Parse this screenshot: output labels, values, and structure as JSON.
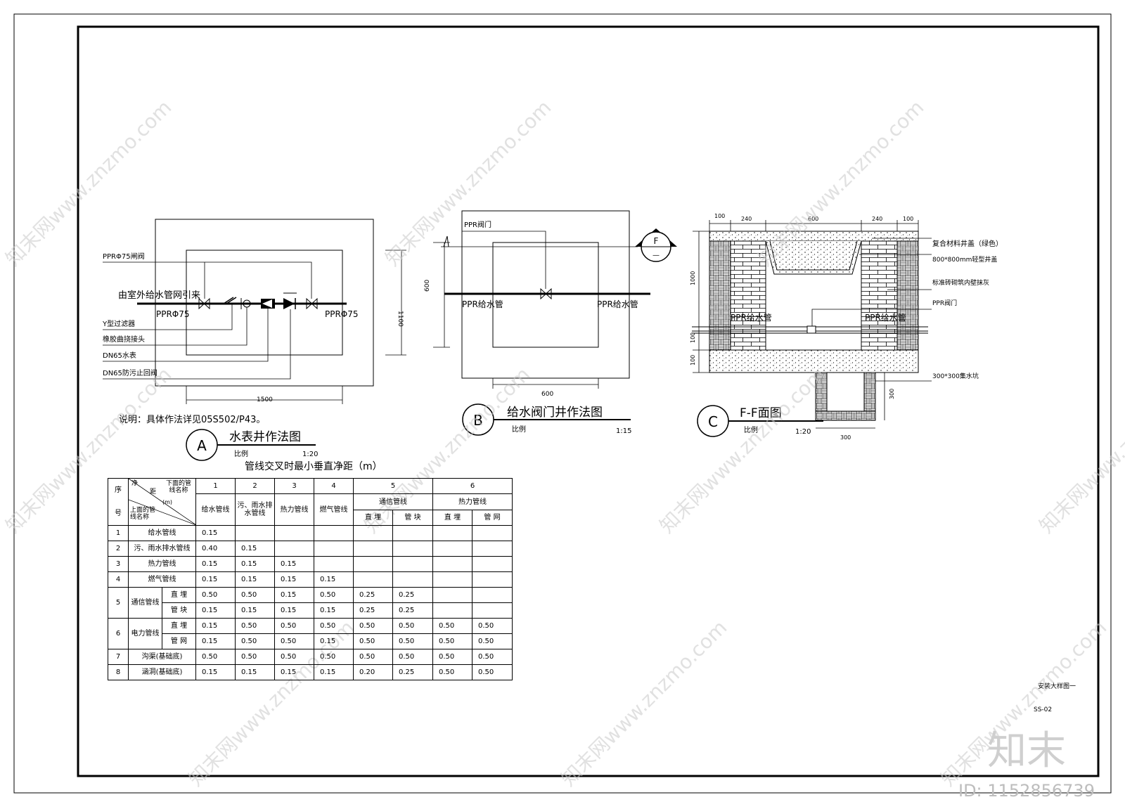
{
  "figA": {
    "labels": {
      "gate": "PPRΦ75闸阀",
      "source": "由室外给水管网引来",
      "pipe_left": "PPRΦ75",
      "pipe_right": "PPRΦ75",
      "filter": "Y型过滤器",
      "rubber": "橡胶曲挠接头",
      "meter": "DN65水表",
      "backflow": "DN65防污止回阀"
    },
    "dims": {
      "width": "1500",
      "height": "1100"
    },
    "note": "说明：具体作法详见05S502/P43。",
    "circle": "A",
    "title": "水表井作法图",
    "scale_label": "比例",
    "scale": "1:20"
  },
  "figB": {
    "labels": {
      "valve": "PPR阀门",
      "pipe_left": "PPR给水管",
      "pipe_right": "PPR给水管"
    },
    "dims": {
      "width": "600",
      "height": "600"
    },
    "section_mark": {
      "top": "F",
      "bottom": "—"
    },
    "circle": "B",
    "title": "给水阀门井作法图",
    "scale_label": "比例",
    "scale": "1:15"
  },
  "figC": {
    "top_dims": [
      "100",
      "240",
      "600",
      "240",
      "100"
    ],
    "left_dims": [
      "1000",
      "100",
      "100"
    ],
    "labels": {
      "cover": "复合材料井盖（绿色）",
      "cover2": "800*800mm轻型井盖",
      "wall": "标准砖砌筑内壁抹灰",
      "valve": "PPR阀门",
      "pipe_left": "PPR给水管",
      "pipe_right": "PPR给水管",
      "sump": "300*300集水坑"
    },
    "sump_dims": {
      "depth": "300",
      "width": "300"
    },
    "circle": "C",
    "title": "F-F面图",
    "scale_label": "比例",
    "scale": "1:20"
  },
  "table": {
    "title": "管线交叉时最小垂直净距（m）",
    "header": {
      "seq_top": "序",
      "seq_bottom": "号",
      "diag_right": "下面的管线名称",
      "diag_mid1": "净",
      "diag_mid2": "距",
      "diag_unit": "(m)",
      "diag_left": "上面的管线名称",
      "nums": [
        "1",
        "2",
        "3",
        "4",
        "5",
        "6"
      ],
      "cols": [
        "给水管线",
        "污、雨水排水管线",
        "热力管线",
        "燃气管线"
      ],
      "group5": "通信管线",
      "group6": "热力管线",
      "sub": [
        "直 埋",
        "管 块",
        "直 埋",
        "管 网"
      ]
    },
    "rows": [
      {
        "seq": "1",
        "name": "给水管线",
        "sub": "",
        "vals": [
          "0.15",
          "",
          "",
          "",
          "",
          "",
          "",
          ""
        ]
      },
      {
        "seq": "2",
        "name": "污、雨水排水管线",
        "sub": "",
        "vals": [
          "0.40",
          "0.15",
          "",
          "",
          "",
          "",
          "",
          ""
        ]
      },
      {
        "seq": "3",
        "name": "热力管线",
        "sub": "",
        "vals": [
          "0.15",
          "0.15",
          "0.15",
          "",
          "",
          "",
          "",
          ""
        ]
      },
      {
        "seq": "4",
        "name": "燃气管线",
        "sub": "",
        "vals": [
          "0.15",
          "0.15",
          "0.15",
          "0.15",
          "",
          "",
          "",
          ""
        ]
      },
      {
        "seq": "5",
        "name": "通信管线",
        "sub": "直 埋",
        "vals": [
          "0.50",
          "0.50",
          "0.15",
          "0.50",
          "0.25",
          "0.25",
          "",
          ""
        ]
      },
      {
        "seq": "",
        "name": "",
        "sub": "管 块",
        "vals": [
          "0.15",
          "0.15",
          "0.15",
          "0.15",
          "0.25",
          "0.25",
          "",
          ""
        ]
      },
      {
        "seq": "6",
        "name": "电力管线",
        "sub": "直 埋",
        "vals": [
          "0.15",
          "0.50",
          "0.50",
          "0.50",
          "0.50",
          "0.50",
          "0.50",
          "0.50"
        ]
      },
      {
        "seq": "",
        "name": "",
        "sub": "管 网",
        "vals": [
          "0.15",
          "0.50",
          "0.50",
          "0.15",
          "0.50",
          "0.50",
          "0.50",
          "0.50"
        ]
      },
      {
        "seq": "7",
        "name": "沟渠(基础底)",
        "sub": "",
        "vals": [
          "0.50",
          "0.50",
          "0.50",
          "0.50",
          "0.50",
          "0.50",
          "0.50",
          "0.50"
        ]
      },
      {
        "seq": "8",
        "name": "涵洞(基础底)",
        "sub": "",
        "vals": [
          "0.15",
          "0.15",
          "0.15",
          "0.15",
          "0.20",
          "0.25",
          "0.50",
          "0.50"
        ]
      }
    ]
  },
  "title_block": {
    "sheet_name": "安装大样图一",
    "sheet_no": "SS-02"
  },
  "watermark": {
    "text": "知末网www.znzmo.com",
    "logo": "知末",
    "id": "ID: 1152856739"
  }
}
